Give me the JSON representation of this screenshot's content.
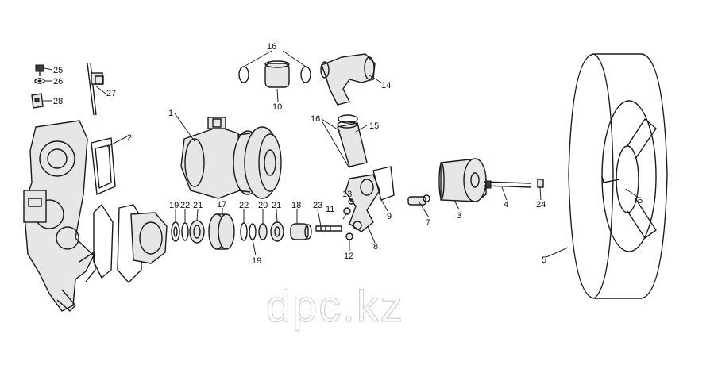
{
  "watermark": "dpc.kz",
  "callouts": {
    "c1": "1",
    "c2": "2",
    "c3": "3",
    "c4": "4",
    "c5": "5",
    "c6": "6",
    "c7": "7",
    "c8": "8",
    "c9": "9",
    "c10": "10",
    "c11": "11",
    "c12": "12",
    "c13": "13",
    "c14": "14",
    "c15": "15",
    "c16a": "16",
    "c16b": "16",
    "c17": "17",
    "c18": "18",
    "c19a": "19",
    "c19b": "19",
    "c20": "20",
    "c21a": "21",
    "c21b": "21",
    "c22a": "22",
    "c22b": "22",
    "c23": "23",
    "c24": "24",
    "c25": "25",
    "c26": "26",
    "c27": "27",
    "c28": "28"
  },
  "colors": {
    "ink": "#1a1a1a",
    "shade": "#e6e6e6",
    "watermark": "#d4d4d4"
  }
}
